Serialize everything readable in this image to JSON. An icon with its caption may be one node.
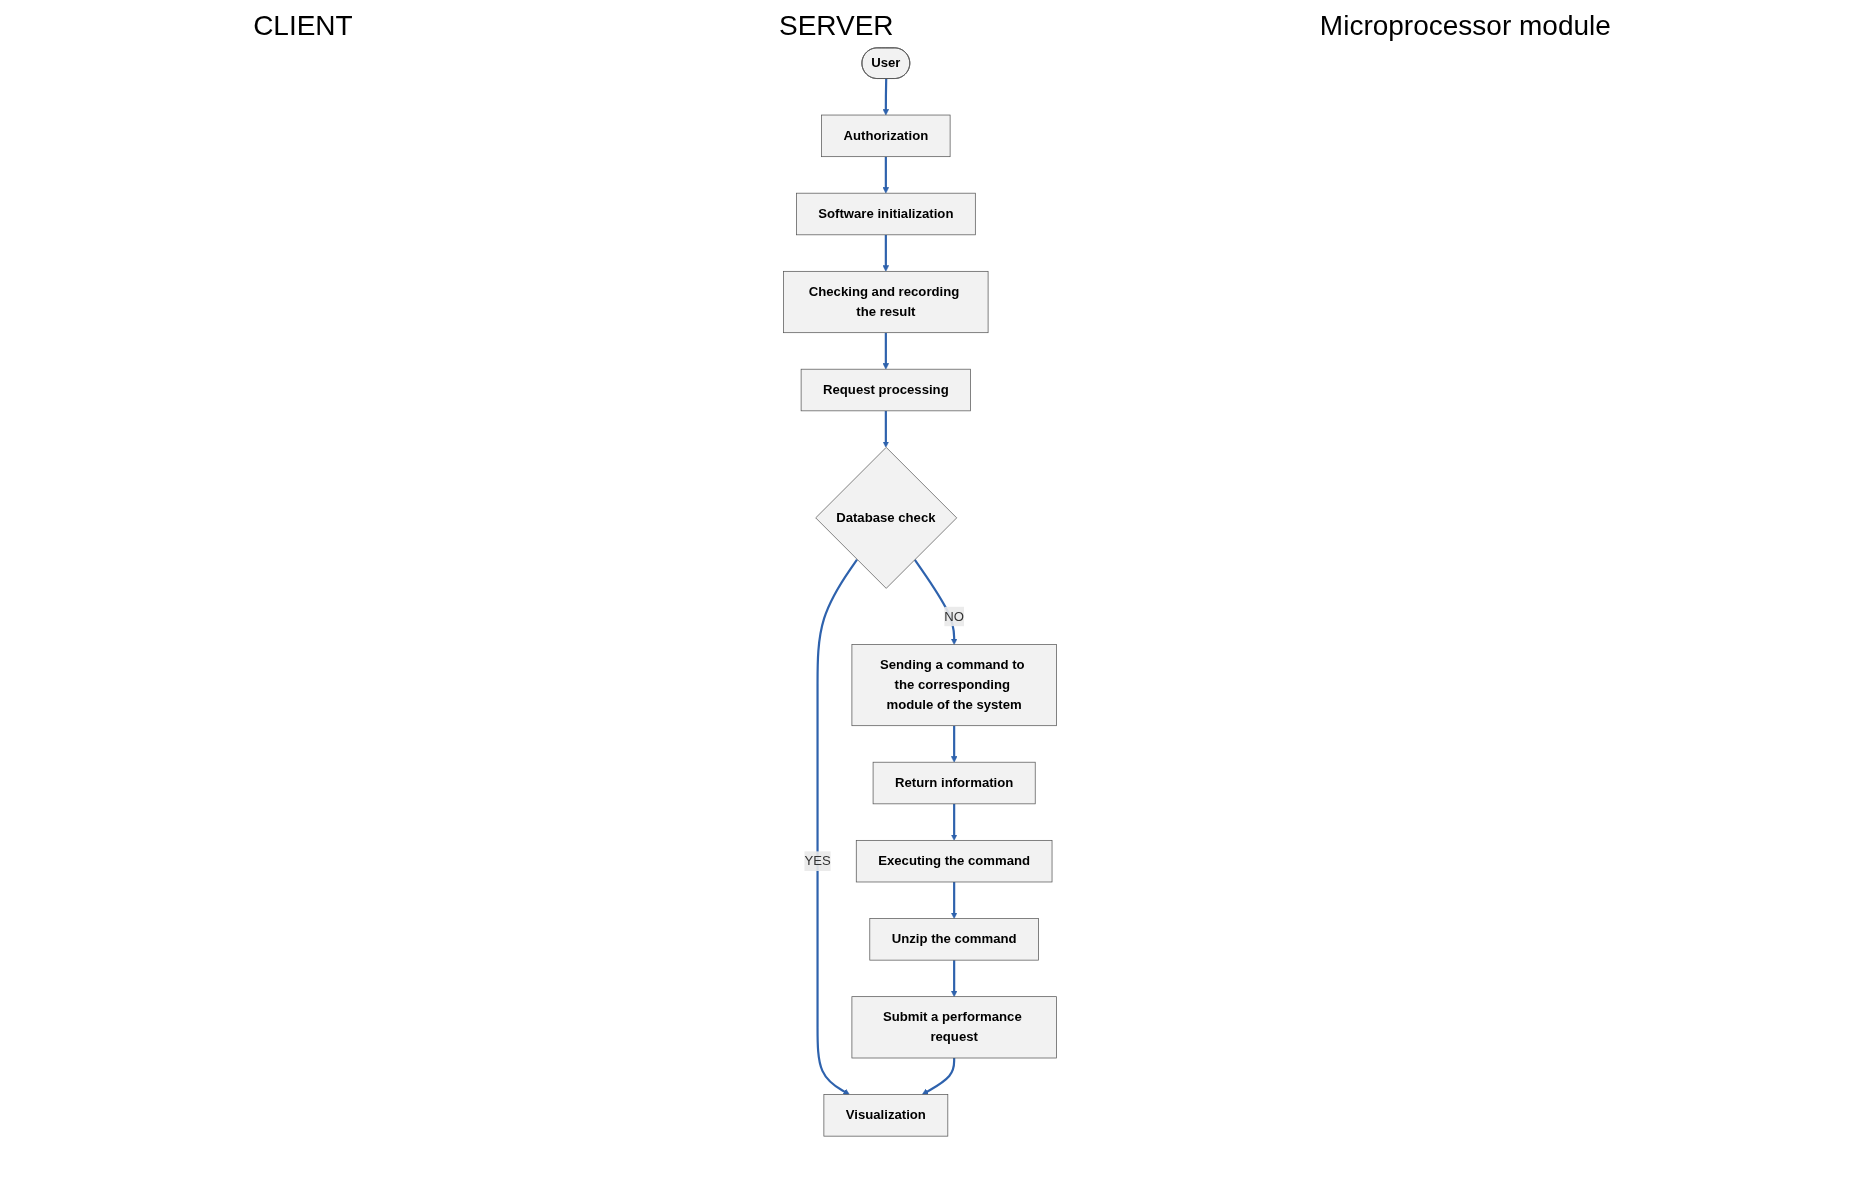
{
  "diagram": {
    "nodes": [
      {
        "text": [
          "User"
        ]
      },
      {
        "text": [
          "Authorization"
        ]
      },
      {
        "text": [
          "Software initialization"
        ]
      },
      {
        "text": [
          "Checking and recording the result"
        ]
      },
      {
        "text": [
          "Visualization"
        ]
      },
      {
        "text": [
          "Request processing"
        ]
      },
      {
        "text": [
          "Database check"
        ]
      },
      {
        "text": [
          "Sending a command to the corresponding module of the system"
        ]
      },
      {
        "text": [
          "Submit a performance request"
        ]
      },
      {
        "text": [
          "Return information"
        ]
      },
      {
        "text": [
          "Executing the command"
        ]
      },
      {
        "text": [
          "Unzip the command"
        ]
      }
    ],
    "edges": [
      {
        "from": 0,
        "to": 1,
        "arrow": "to"
      },
      {
        "from": 1,
        "to": 2,
        "arrow": "to"
      },
      {
        "from": 2,
        "to": 3,
        "arrow": "to"
      },
      {
        "from": 3,
        "to": 5,
        "arrow": "to"
      },
      {
        "from": 5,
        "to": 6,
        "arrow": "to"
      },
      {
        "from": 6,
        "to": 4,
        "label": "YES",
        "arrow": "to"
      },
      {
        "from": 6,
        "to": 7,
        "label": "NO",
        "arrow": "to"
      },
      {
        "from": 7,
        "to": 9,
        "arrow": "to"
      },
      {
        "from": 9,
        "to": 10,
        "arrow": "to"
      },
      {
        "from": 10,
        "to": 11,
        "arrow": "to"
      },
      {
        "from": 11,
        "to": 8,
        "arrow": "to"
      },
      {
        "from": 8,
        "to": 4,
        "arrow": "to"
      }
    ],
    "labels": [
      "CLIENT",
      "SERVER",
      "Microprocessor module"
    ]
  }
}
